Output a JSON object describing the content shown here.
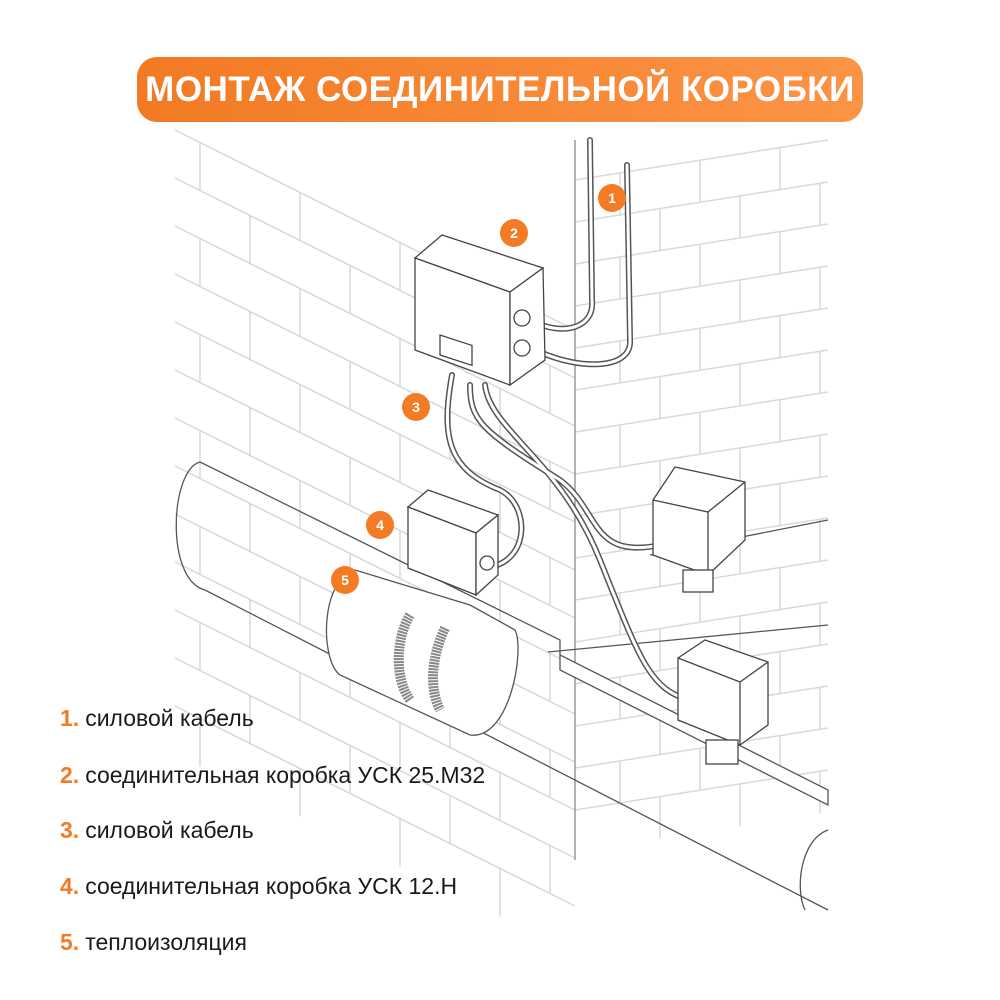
{
  "title": "МОНТАЖ СОЕДИНИТЕЛЬНОЙ КОРОБКИ",
  "accent_color": "#f47b25",
  "callouts": [
    "1",
    "2",
    "3",
    "4",
    "5"
  ],
  "legend": [
    {
      "num": "1.",
      "text": "силовой кабель"
    },
    {
      "num": "2.",
      "text": "соединительная коробка УСК 25.М32"
    },
    {
      "num": "3.",
      "text": "силовой кабель"
    },
    {
      "num": "4.",
      "text": "соединительная коробка УСК 12.Н"
    },
    {
      "num": "5.",
      "text": "теплоизоляция"
    }
  ]
}
